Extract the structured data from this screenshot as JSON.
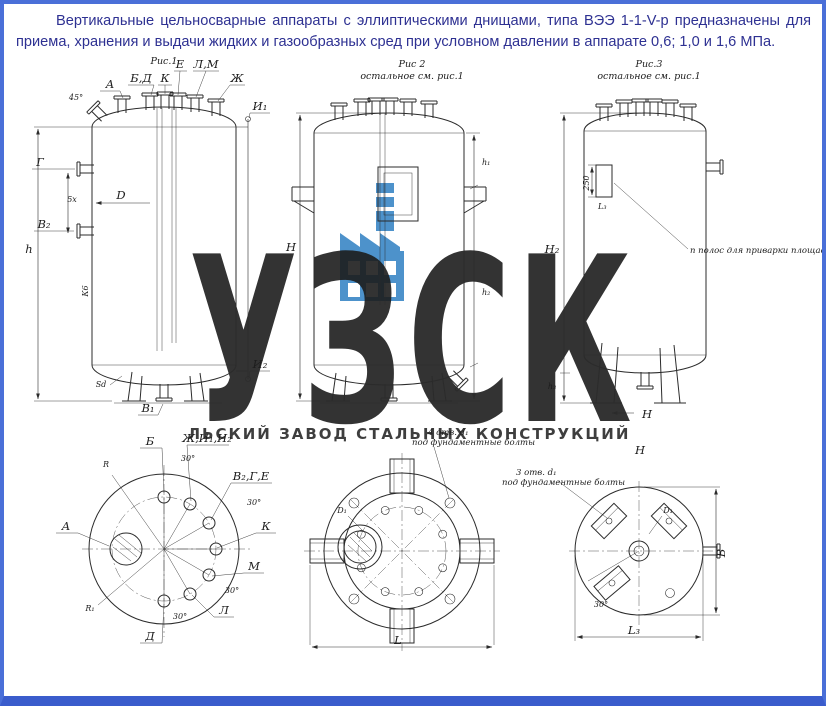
{
  "intro": {
    "text": "Вертикальные цельносварные аппараты с эллиптическими днищами, типа ВЭЭ 1-1-V-р предназначены для приема, хранения и выдачи жидких и газообразных сред при условном давлении в аппарате 0,6; 1,0 и 1,6 МПа."
  },
  "watermark": {
    "big": "УЗСК",
    "tagline": "ЛЬСКИЙ ЗАВОД СТАЛЬНЫХ КОНСТРУКЦИЙ"
  },
  "fig1": {
    "caption": "Рис.1",
    "nozzle_a": "А",
    "nozzle_bd": "Б,Д",
    "nozzle_k": "К",
    "nozzle_e": "Е",
    "nozzle_lm": "Л,М",
    "nozzle_zh": "Ж",
    "nozzle_g": "Г",
    "nozzle_v2": "В₂",
    "nozzle_v1": "В₁",
    "gauge_i1": "И₁",
    "gauge_i2": "И₂",
    "dim_h": "h",
    "dim_d": "D",
    "dim_sd": "Sd",
    "dim_5x": "5x",
    "dim_45": "45°",
    "dim_k6": "К6"
  },
  "fig2": {
    "caption": "Рис 2",
    "note": "остальное см. рис.1",
    "dim_H": "Н",
    "dim_h1": "h₁",
    "dim_h2": "h₂"
  },
  "fig3": {
    "caption": "Рис.3",
    "note": "остальное см. рис.1",
    "dim_H2": "Н₂",
    "dim_250": "250",
    "dim_l3": "L₃",
    "dim_h3": "h₃",
    "view_h": "Н",
    "plate_note": "п полос для приварки площад"
  },
  "plan1": {
    "lbl_b": "Б",
    "lbl_zhi": "Ж,И₁,И₂",
    "lbl_vge": "В₂,Г,Е",
    "lbl_a": "А",
    "lbl_k": "К",
    "lbl_m": "М",
    "lbl_l": "Л",
    "lbl_d": "Д",
    "lbl_r": "R",
    "lbl_r1": "R₁",
    "angle": "30°"
  },
  "plan2": {
    "ann_line1": "4 отв. d₁",
    "ann_line2": "под фундаментные болты",
    "dim_d1": "D₁",
    "dim_l": "L"
  },
  "plan3": {
    "ann_line1": "3 отв. d₁",
    "ann_line2": "под фундаментные болты",
    "view_h": "Н",
    "dim_d1": "D₁",
    "dim_b": "В",
    "dim_l3": "L₃",
    "angle": "30°"
  }
}
